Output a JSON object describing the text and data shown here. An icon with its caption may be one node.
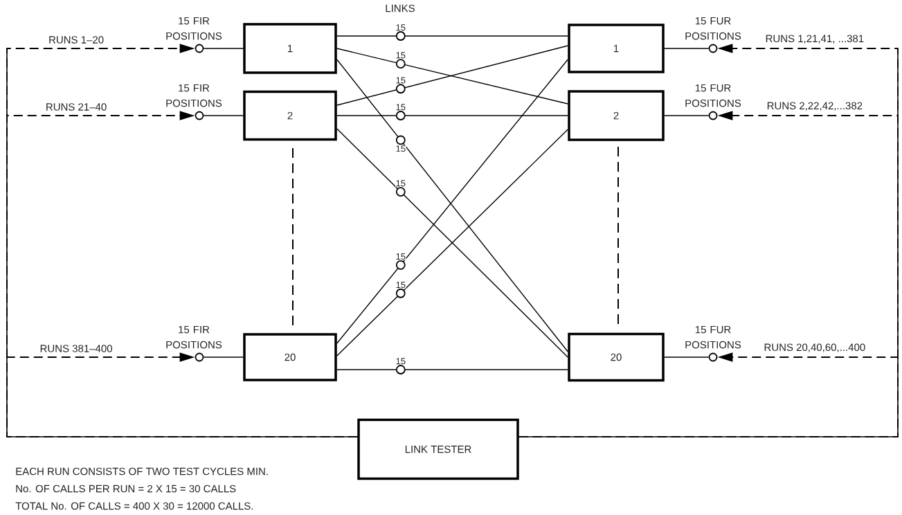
{
  "diagram": {
    "nodes": [
      {
        "text": [],
        "shape": "circle",
        "beside": [
          "15 FIR POSITIONS"
        ]
      },
      {
        "text": [
          "1"
        ]
      },
      {
        "text": [
          "1"
        ]
      },
      {
        "text": [],
        "shape": "circle",
        "beside": [
          "15 FUR POSITIONS"
        ]
      },
      {
        "text": [],
        "shape": "circle",
        "beside": [
          "15 FIR POSITIONS"
        ]
      },
      {
        "text": [
          "2"
        ]
      },
      {
        "text": [
          "2"
        ]
      },
      {
        "text": [],
        "shape": "circle",
        "beside": [
          "15 FUR POSITIONS"
        ]
      },
      {
        "text": [],
        "shape": "circle",
        "beside": [
          "15 FIR POSITIONS"
        ]
      },
      {
        "text": [
          "20"
        ]
      },
      {
        "text": [
          "20"
        ]
      },
      {
        "text": [],
        "shape": "circle",
        "beside": [
          "15 FUR POSITIONS"
        ]
      },
      {
        "text": [
          "LINK TESTER"
        ]
      }
    ],
    "edges": [
      {
        "from": 12,
        "to": 0,
        "arrow": "to",
        "style": "dashed",
        "label": "RUNS 1–20"
      },
      {
        "from": 0,
        "to": 1,
        "arrow": "none"
      },
      {
        "from": 12,
        "to": 3,
        "arrow": "to",
        "style": "dashed",
        "label": "RUNS 1,21,41, ...381"
      },
      {
        "from": 3,
        "to": 2,
        "arrow": "none"
      },
      {
        "from": 12,
        "to": 4,
        "arrow": "to",
        "style": "dashed",
        "label": "RUNS 21–40"
      },
      {
        "from": 4,
        "to": 5,
        "arrow": "none"
      },
      {
        "from": 12,
        "to": 7,
        "arrow": "to",
        "style": "dashed",
        "label": "RUNS 2,22,42,...382"
      },
      {
        "from": 7,
        "to": 6,
        "arrow": "none"
      },
      {
        "from": 12,
        "to": 8,
        "arrow": "to",
        "style": "dashed",
        "label": "RUNS 381–400"
      },
      {
        "from": 8,
        "to": 9,
        "arrow": "none"
      },
      {
        "from": 12,
        "to": 11,
        "arrow": "to",
        "style": "dashed",
        "label": "RUNS 20,40,60,...400"
      },
      {
        "from": 11,
        "to": 10,
        "arrow": "none"
      },
      {
        "from": 1,
        "to": 2,
        "arrow": "none",
        "label": "15"
      },
      {
        "from": 1,
        "to": 6,
        "arrow": "none",
        "label": "15"
      },
      {
        "from": 1,
        "to": 10,
        "arrow": "none",
        "label": "15"
      },
      {
        "from": 5,
        "to": 2,
        "arrow": "none",
        "label": "15"
      },
      {
        "from": 5,
        "to": 6,
        "arrow": "none",
        "label": "15"
      },
      {
        "from": 5,
        "to": 10,
        "arrow": "none",
        "label": "15"
      },
      {
        "from": 9,
        "to": 2,
        "arrow": "none",
        "label": "15"
      },
      {
        "from": 9,
        "to": 6,
        "arrow": "none",
        "label": "15"
      },
      {
        "from": 9,
        "to": 10,
        "arrow": "none",
        "label": "15"
      }
    ],
    "labels": [
      "LINKS",
      "EACH RUN CONSISTS OF TWO TEST CYCLES MIN.",
      "No. OF CALLS PER RUN = 2 X 15 = 30 CALLS",
      "TOTAL No. OF CALLS = 400 X 30 = 12000 CALLS."
    ]
  }
}
